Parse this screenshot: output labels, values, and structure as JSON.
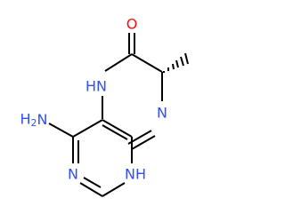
{
  "colors": {
    "nitrogen": "#3050F8",
    "oxygen": "#FF0D0D",
    "bond": "#000000"
  },
  "atoms": {
    "carbonyl_oxygen": "O",
    "ring_nh_top": "HN",
    "ring_n_right": "N",
    "amino_group": "H2N",
    "pyrimidine_n_left": "N",
    "pyrimidine_nh_bottom": "NH"
  }
}
